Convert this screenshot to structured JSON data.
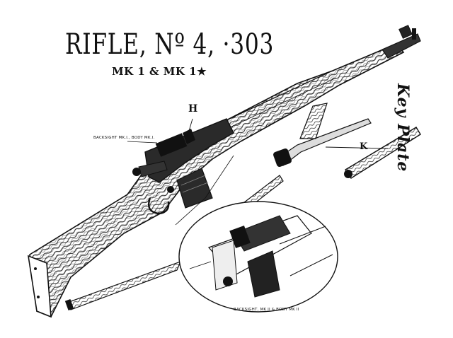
{
  "title": "RIFLE, Nº 4, ·303",
  "subtitle": "MK 1 & MK 1★",
  "side_label": "Key Plate",
  "labels": {
    "h": "H",
    "k": "K",
    "backsight_mk1": "BACKSIGHT MK.I., BODY MK.I.",
    "backsight_mk2": "BACKSIGHT, MK II & BODY MK II"
  }
}
